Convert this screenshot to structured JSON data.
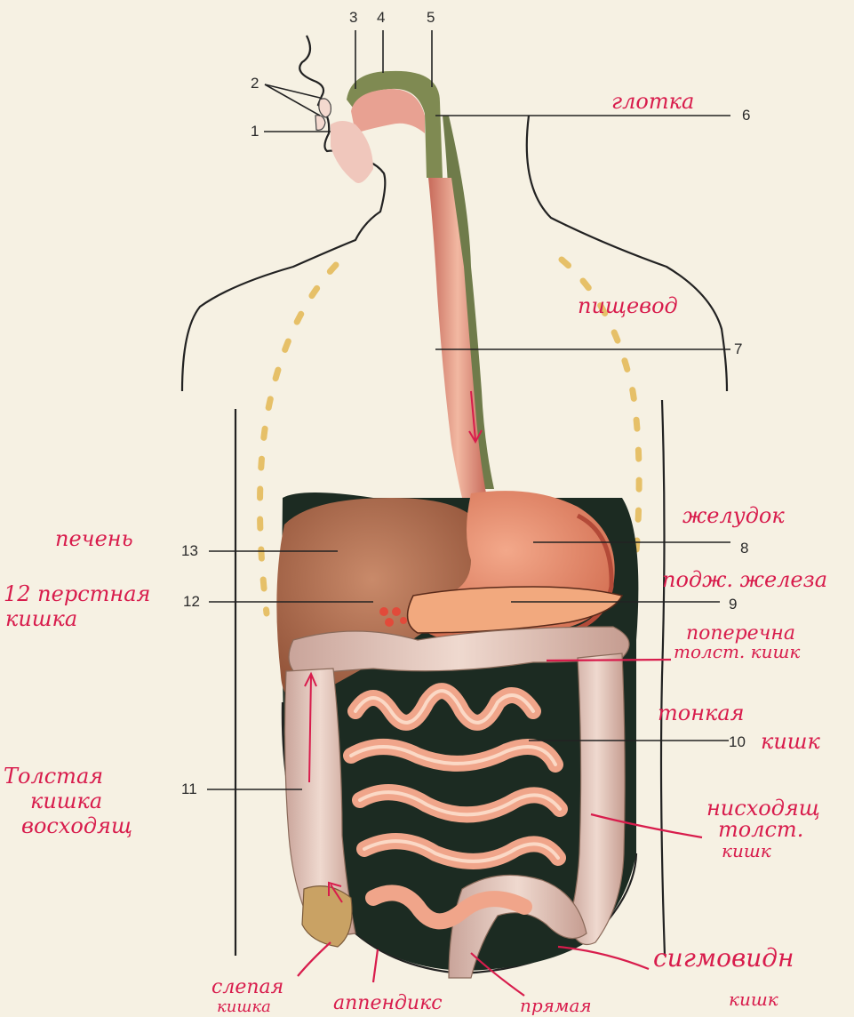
{
  "diagram": {
    "numbers": [
      "1",
      "2",
      "3",
      "4",
      "5",
      "6",
      "7",
      "8",
      "9",
      "10",
      "11",
      "12",
      "13"
    ],
    "handwritten": {
      "pharynx": "глотка",
      "esophagus": "пищевод",
      "stomach": "желудок",
      "pancreas": "подж. железа",
      "transverse_colon_l1": "поперечна",
      "transverse_colon_l2": "толст. кишк",
      "jejunum_l1": "тонкая",
      "jejunum_l2": "кишк",
      "descending_colon_l1": "нисходящ",
      "descending_colon_l2": "толст.",
      "descending_colon_l3": "кишк",
      "sigmoid_l1": "сигмовидн",
      "sigmoid_l2": "кишк",
      "liver": "печень",
      "duodenum_l1": "12 перстная",
      "duodenum_l2": "кишка",
      "ascending_l1": "Толстая",
      "ascending_l2": "кишка",
      "ascending_l3": "восходящ",
      "cecum_l1": "слепая",
      "cecum_l2": "кишка",
      "appendix": "аппендикс",
      "rectum": "прямая"
    }
  }
}
